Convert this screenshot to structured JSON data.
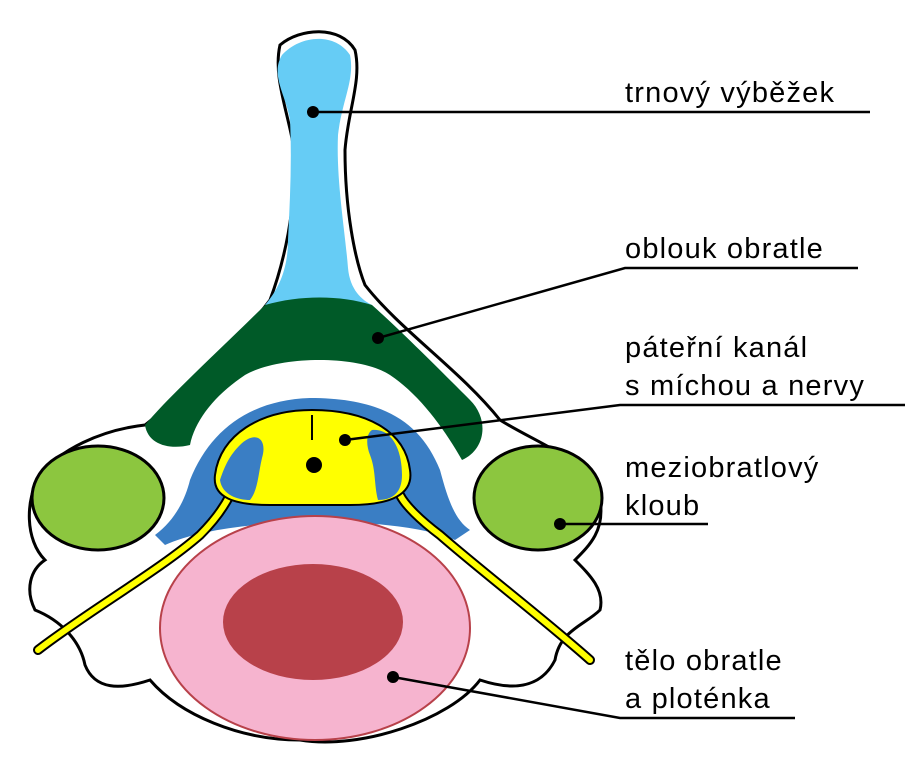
{
  "labels": {
    "spinous_process": "trnový výběžek",
    "vertebral_arch": "oblouk obratle",
    "spinal_canal_line1": "páteřní kanál",
    "spinal_canal_line2": "s míchou a nervy",
    "facet_joint_line1": "meziobratlový",
    "facet_joint_line2": "kloub",
    "body_line1": "tělo obratle",
    "body_line2": "a ploténka"
  },
  "colors": {
    "spinous_process": "#66ccf5",
    "vertebral_arch": "#005a28",
    "spinal_cord": "#ffff00",
    "canal_blue": "#3a7ec4",
    "facet_joint": "#8cc63f",
    "disc": "#f6b4cf",
    "nucleus": "#b8414a",
    "outline": "#000000"
  }
}
